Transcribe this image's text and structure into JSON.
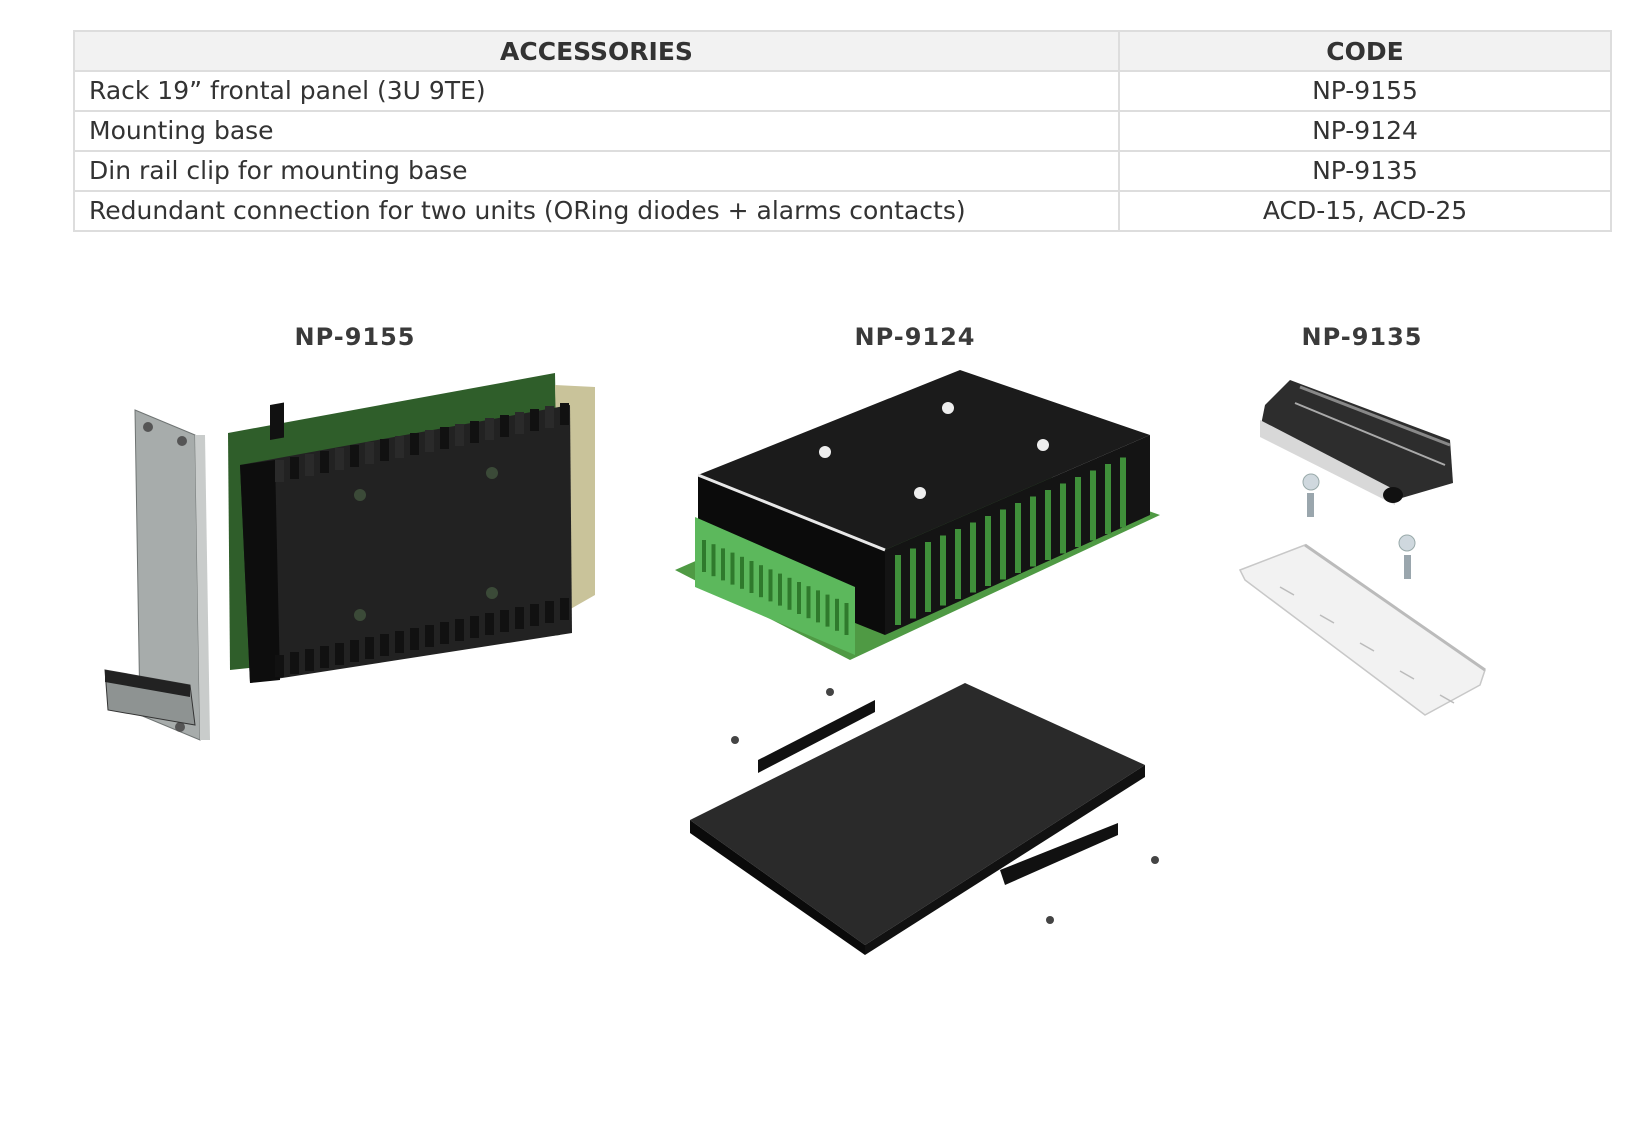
{
  "table": {
    "headers": [
      "ACCESSORIES",
      "CODE"
    ],
    "rows": [
      {
        "description": "Rack 19” frontal panel (3U 9TE)",
        "code": "NP-9155"
      },
      {
        "description": "Mounting base",
        "code": "NP-9124"
      },
      {
        "description": "Din rail clip for mounting base",
        "code": "NP-9135"
      },
      {
        "description": "Redundant connection for two units (ORing diodes + alarms contacts)",
        "code": "ACD-15, ACD-25"
      }
    ]
  },
  "products": [
    {
      "label": "NP-9155",
      "image": "rack-frontal-panel-with-power-module"
    },
    {
      "label": "NP-9124",
      "image": "power-module-with-mounting-base"
    },
    {
      "label": "NP-9135",
      "image": "din-rail-clip-with-screws"
    }
  ],
  "colors": {
    "pcb_green": "#2f5e2a",
    "terminal_green": "#5cb85c",
    "heatsink": "#1e1e1e",
    "panel_gray": "#a7acab"
  }
}
